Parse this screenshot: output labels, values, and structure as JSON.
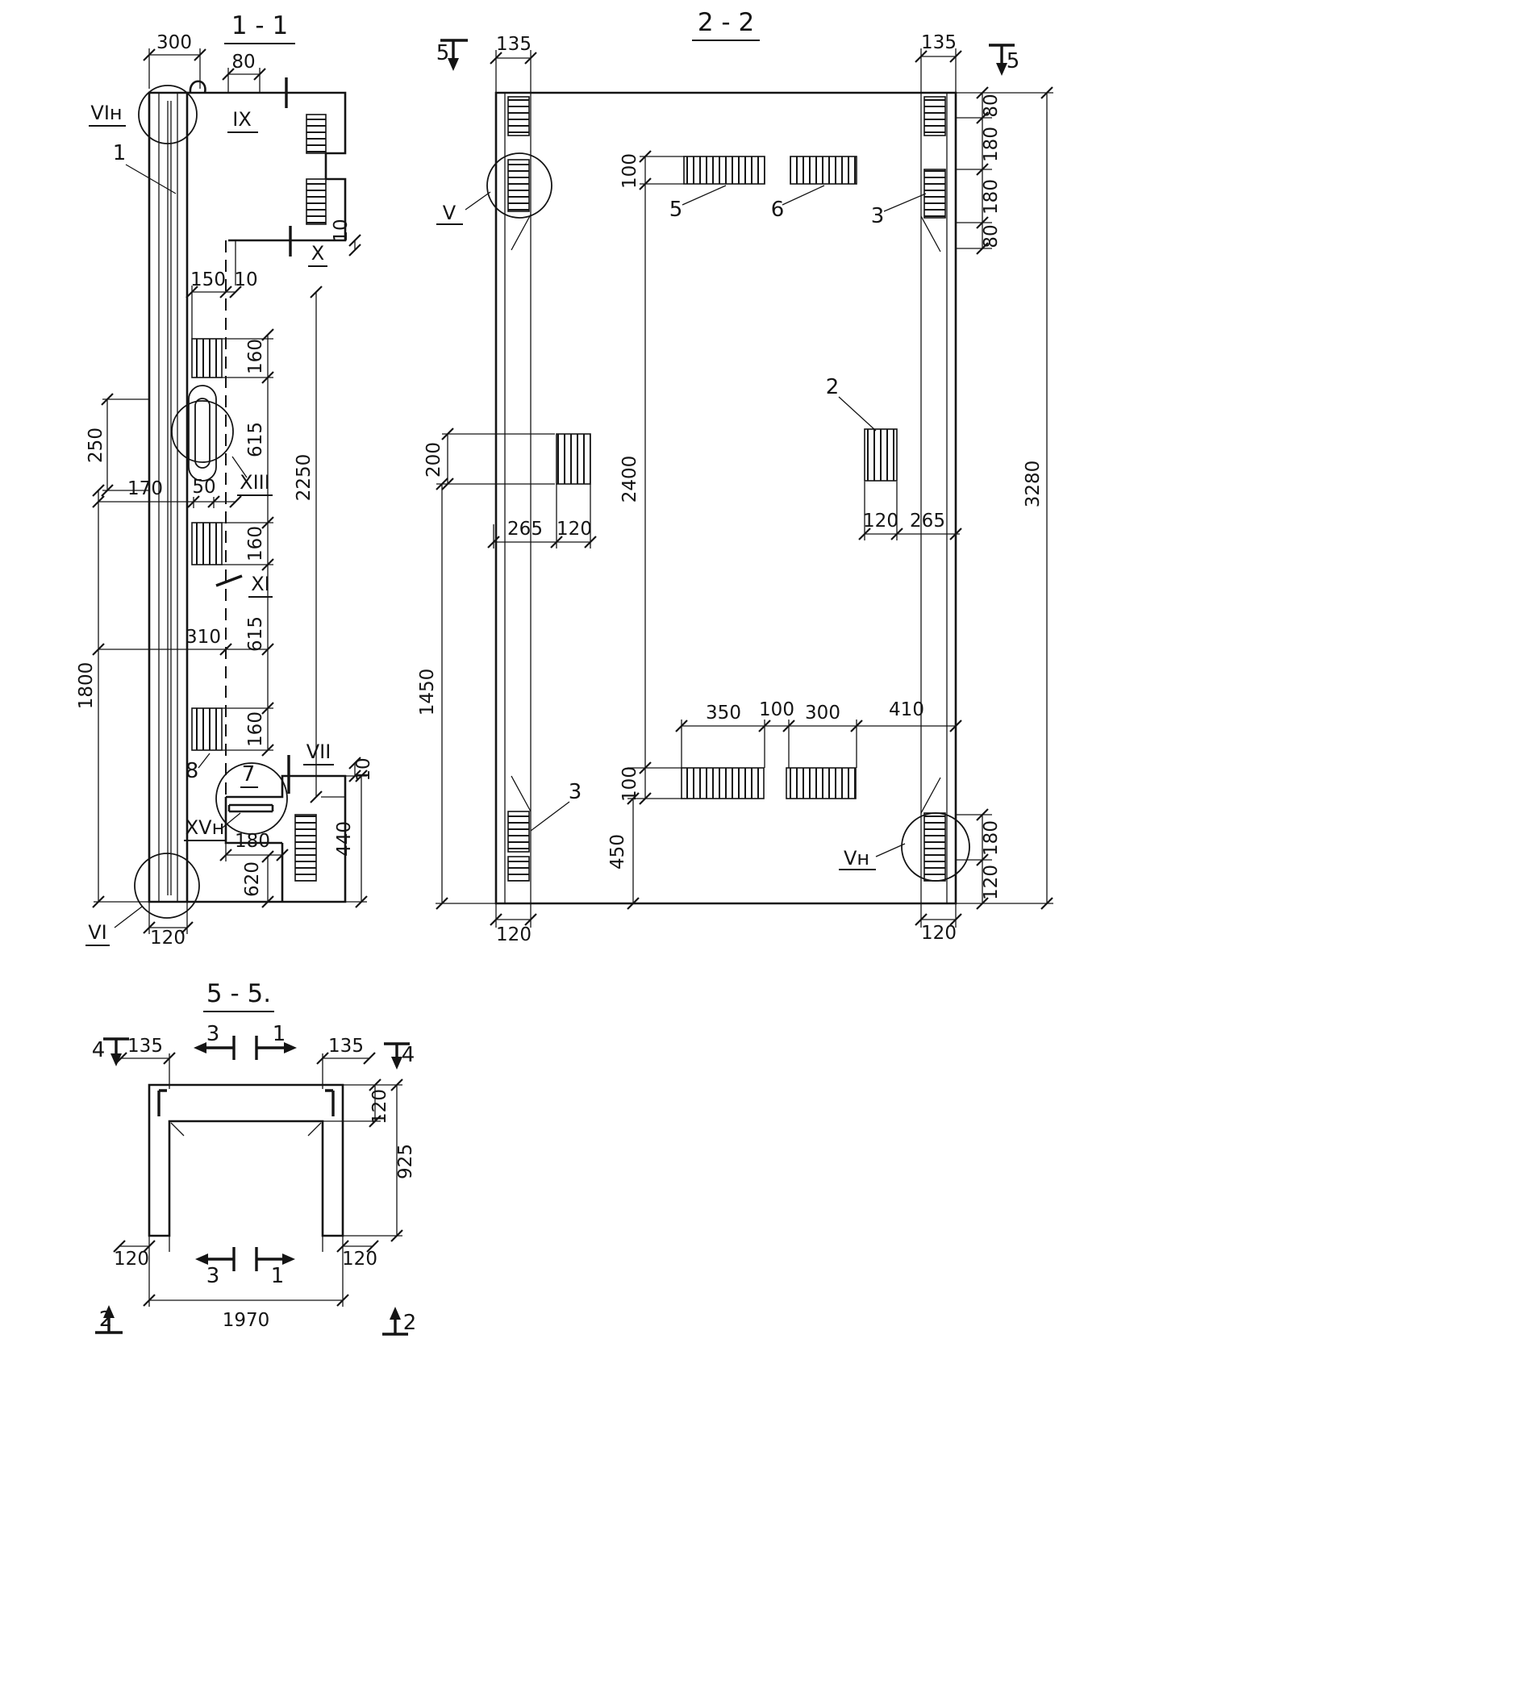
{
  "s11": {
    "title": "1 - 1",
    "dims": {
      "w300": "300",
      "w80": "80",
      "t10a": "10",
      "w150": "150",
      "t10b": "10",
      "h160a": "160",
      "h615a": "615",
      "h2250": "2250",
      "h250": "250",
      "w170": "170",
      "w50": "50",
      "h160b": "160",
      "h615b": "615",
      "w310": "310",
      "h1800": "1800",
      "h160c": "160",
      "t10c": "10",
      "w180": "180",
      "h440": "440",
      "h620": "620",
      "w120": "120"
    },
    "marks": {
      "vin": "VIн",
      "ix": "IX",
      "x": "X",
      "xiii": "XIII",
      "xi": "XI",
      "vii": "VII",
      "xvn": "XVн",
      "vi": "VI"
    },
    "parts": {
      "p1": "1",
      "p7": "7",
      "p8": "8"
    }
  },
  "s22": {
    "title": "2 - 2",
    "dims": {
      "w135l": "135",
      "w135r": "135",
      "h100t": "100",
      "h80a": "80",
      "h180a": "180",
      "h180b": "180",
      "h80b": "80",
      "h3280": "3280",
      "h2400": "2400",
      "h200": "200",
      "w265l": "265",
      "w120l": "120",
      "w120r": "120",
      "w265r": "265",
      "h1450": "1450",
      "w350": "350",
      "w100": "100",
      "w300": "300",
      "w410": "410",
      "h100b": "100",
      "h450": "450",
      "h180c": "180",
      "h120c": "120",
      "w120bl": "120",
      "w120br": "120"
    },
    "marks": {
      "v": "V",
      "vn": "Vн",
      "sec5l": "5",
      "sec5r": "5"
    },
    "parts": {
      "p2": "2",
      "p3l": "3",
      "p3r": "3",
      "p5": "5",
      "p6": "6"
    }
  },
  "s55": {
    "title": "5 - 5.",
    "dims": {
      "w135l": "135",
      "w135r": "135",
      "t120r": "120",
      "h925": "925",
      "w120bl": "120",
      "w120br": "120",
      "w1970": "1970"
    },
    "marks": {
      "sec4l": "4",
      "sec4r": "4",
      "sec3t": "3",
      "sec1t": "1",
      "sec3b": "3",
      "sec1b": "1",
      "sec2l": "2",
      "sec2r": "2"
    }
  }
}
